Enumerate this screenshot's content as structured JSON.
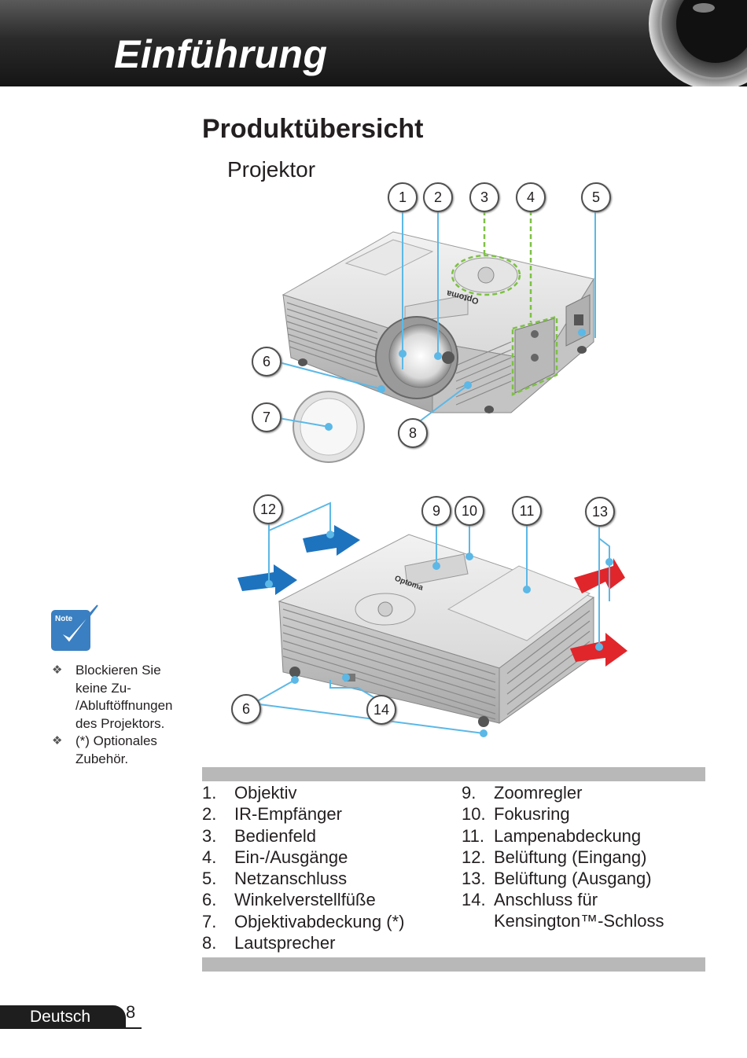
{
  "header": {
    "title": "Einführung"
  },
  "section": {
    "title": "Produktübersicht",
    "subtitle": "Projektor"
  },
  "callouts_top": [
    "1",
    "2",
    "3",
    "4",
    "5",
    "6",
    "7",
    "8"
  ],
  "callouts_bottom": [
    "12",
    "9",
    "10",
    "11",
    "13",
    "6",
    "14"
  ],
  "brand_text": "Optoma",
  "note": {
    "icon_label": "Note",
    "items": [
      "Blockieren Sie keine Zu- /Abluftöffnungen des Projektors.",
      "(*) Optionales Zubehör."
    ]
  },
  "parts_left": [
    {
      "num": "1.",
      "label": "Objektiv"
    },
    {
      "num": "2.",
      "label": "IR-Empfänger"
    },
    {
      "num": "3.",
      "label": "Bedienfeld"
    },
    {
      "num": "4.",
      "label": "Ein-/Ausgänge"
    },
    {
      "num": "5.",
      "label": "Netzanschluss"
    },
    {
      "num": "6.",
      "label": "Winkelverstellfüße"
    },
    {
      "num": "7.",
      "label": "Objektivabdeckung (*)"
    },
    {
      "num": "8.",
      "label": "Lautsprecher"
    }
  ],
  "parts_right": [
    {
      "num": "9.",
      "label": "Zoomregler"
    },
    {
      "num": "10.",
      "label": "Fokusring"
    },
    {
      "num": "11.",
      "label": "Lampenabdeckung"
    },
    {
      "num": "12.",
      "label": "Belüftung (Eingang)"
    },
    {
      "num": "13.",
      "label": "Belüftung (Ausgang)"
    },
    {
      "num": "14.",
      "label": "Anschluss für",
      "label2": "Kensington™-Schloss"
    }
  ],
  "footer": {
    "language": "Deutsch",
    "page": "8"
  },
  "colors": {
    "callout_line": "#5cb8e6",
    "dashed": "#7cc242",
    "arrow_in": "#1e73be",
    "arrow_out": "#e0262b"
  }
}
